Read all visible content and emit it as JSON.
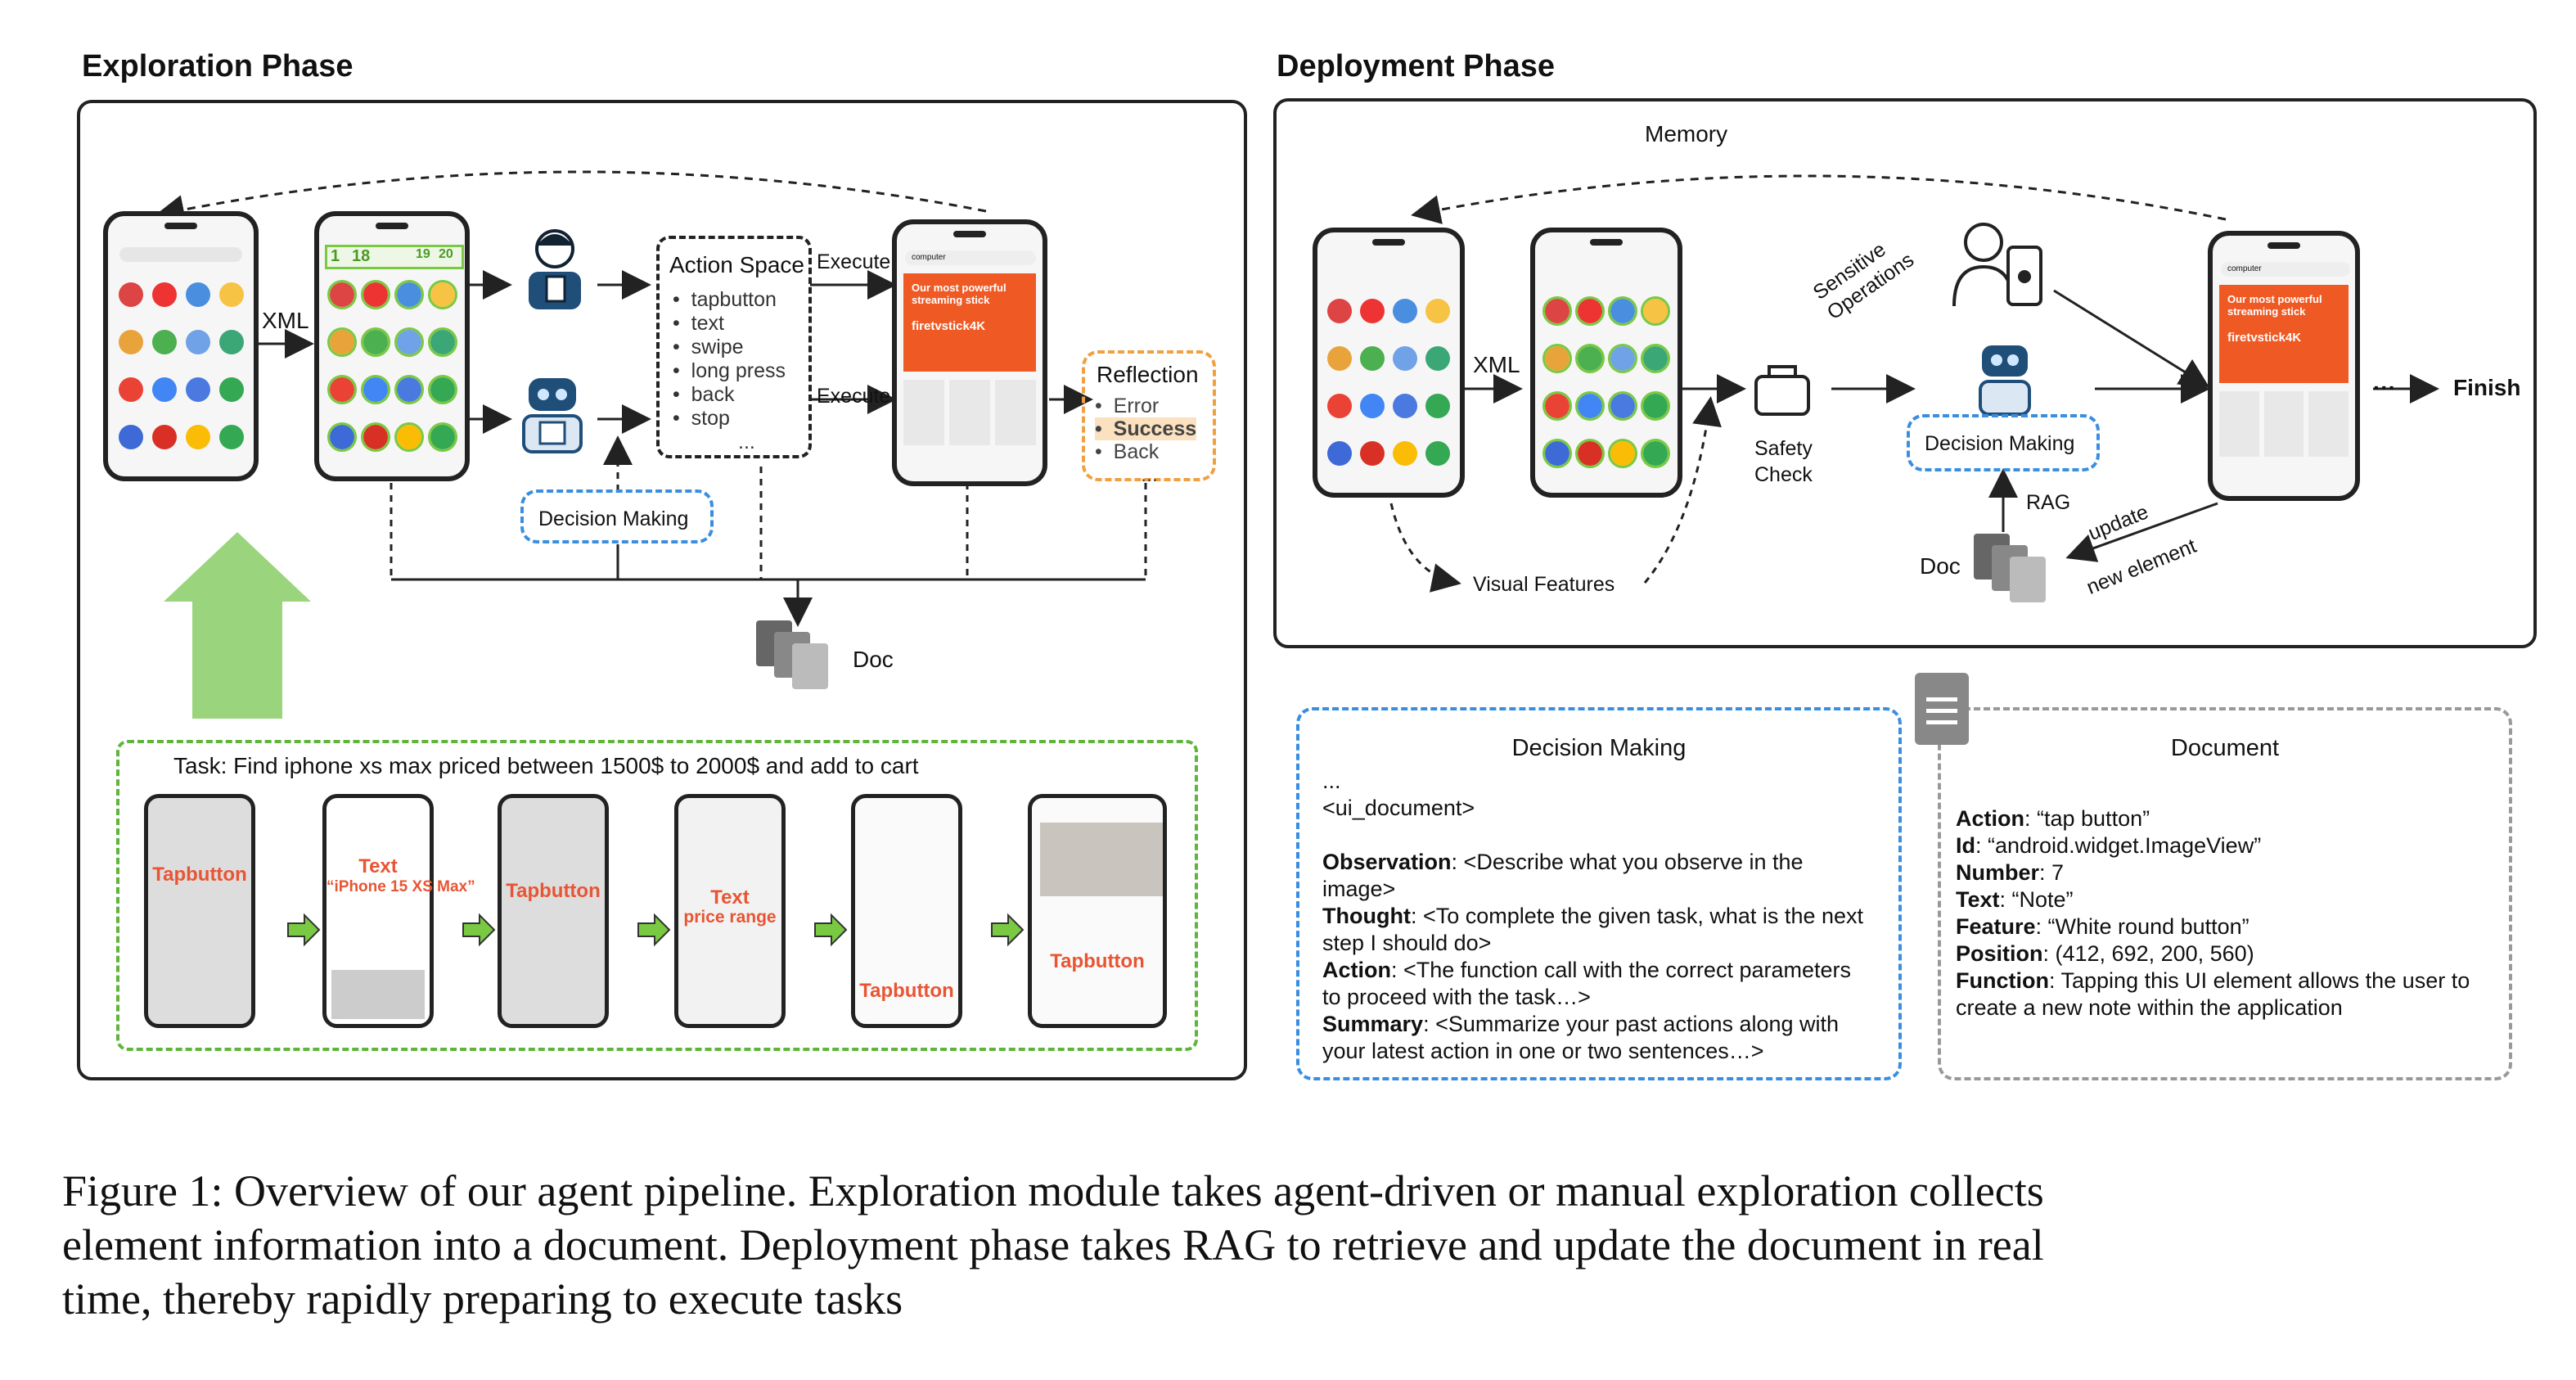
{
  "exploration": {
    "title": "Exploration Phase",
    "xml": "XML",
    "execute_top": "Execute",
    "execute_bottom": "Execute",
    "action_space": {
      "title": "Action Space",
      "items": [
        "tapbutton",
        "text",
        "swipe",
        "long press",
        "back",
        "stop"
      ],
      "ellipsis": "..."
    },
    "reflection": {
      "title": "Reflection",
      "items": [
        "Error",
        "Success",
        "Back"
      ],
      "ellipsis": "..."
    },
    "decision_making": "Decision Making",
    "doc": "Doc",
    "task": "Task:  Find iphone xs max priced between 1500$ to 2000$ and add to cart",
    "step_labels": [
      "Tapbutton",
      "Text",
      "“iPhone 15 XS Max”",
      "Tapbutton",
      "Text",
      "price range",
      "Tapbutton",
      "Tapbutton"
    ],
    "som_numbers": [
      "1",
      "18",
      "19",
      "20"
    ]
  },
  "deployment": {
    "title": "Deployment Phase",
    "memory": "Memory",
    "xml": "XML",
    "visual_features": "Visual Features",
    "sensitive_1": "Sensitive",
    "sensitive_2": "Operations",
    "safety_1": "Safety",
    "safety_2": "Check",
    "decision_making": "Decision Making",
    "rag": "RAG",
    "doc": "Doc",
    "update": "update",
    "new_element": "new  element",
    "ellipsis": "···",
    "finish": "Finish"
  },
  "decision_box": {
    "title": "Decision Making",
    "lines": [
      "...",
      "<ui_document>"
    ],
    "observation_key": "Observation",
    "observation_val": ": <Describe what you observe in the image>",
    "thought_key": "Thought",
    "thought_val": ": <To complete the given task, what is the next step I should do>",
    "action_key": "Action",
    "action_val": ": <The function call with the correct parameters to proceed with the task…>",
    "summary_key": "Summary",
    "summary_val": ": <Summarize your past actions along with your latest action in one or two sentences…>"
  },
  "document_box": {
    "title": "Document",
    "action_key": "Action",
    "action_val": ": “tap button”",
    "id_key": "Id",
    "id_val": ": “android.widget.ImageView”",
    "number_key": "Number",
    "number_val": ": 7",
    "text_key": "Text",
    "text_val": ": “Note”",
    "feature_key": "Feature",
    "feature_val": ": “White round button”",
    "position_key": "Position",
    "position_val": ": (412, 692, 200, 560)",
    "function_key": "Function",
    "function_val": ": Tapping this UI element allows the user to create a new note within the application"
  },
  "shop_banner": {
    "line1": "Our most powerful",
    "line2": "streaming stick",
    "brand": "firetvstick4K",
    "search": "computer"
  },
  "caption": {
    "line1": "Figure 1: Overview of our agent pipeline. Exploration module takes agent-driven or manual exploration collects",
    "line2": "element information into a document. Deployment phase takes RAG to retrieve and update the document in real",
    "line3": "time, thereby rapidly preparing to execute tasks"
  },
  "colors": {
    "accent_green": "#7ac943",
    "accent_blue": "#3a8ee0",
    "accent_orange": "#f0a040",
    "accent_red": "#e85533",
    "banner_orange": "#ef5a24"
  }
}
